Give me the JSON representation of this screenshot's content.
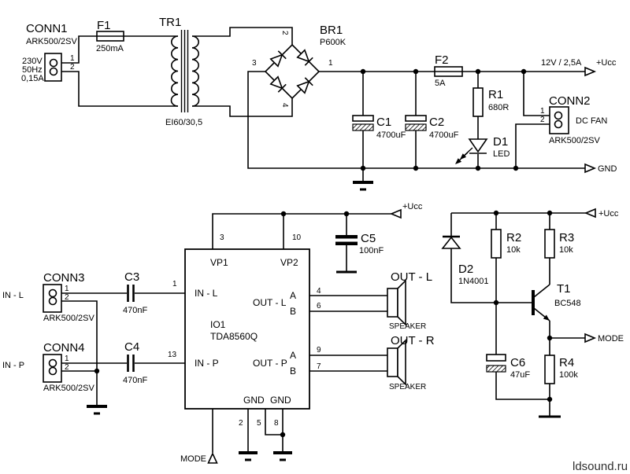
{
  "watermark": "ldsound.ru",
  "colors": {
    "ink": "#000000",
    "background": "#ffffff",
    "watermark": "#2f2f2f"
  },
  "power": {
    "conn1": {
      "ref": "CONN1",
      "type": "ARK500/2SV",
      "spec1": "230V",
      "spec2": "50Hz",
      "spec3": "0,15A",
      "pin1": "1",
      "pin2": "2"
    },
    "f1": {
      "ref": "F1",
      "value": "250mA"
    },
    "tr1": {
      "ref": "TR1",
      "value": "EI60/30,5"
    },
    "br1": {
      "ref": "BR1",
      "value": "P600K",
      "pin1": "1",
      "pin2": "2",
      "pin3": "3",
      "pin4": "4"
    },
    "c1": {
      "ref": "C1",
      "value": "4700uF"
    },
    "c2": {
      "ref": "C2",
      "value": "4700uF"
    },
    "f2": {
      "ref": "F2",
      "value": "5A"
    },
    "r1": {
      "ref": "R1",
      "value": "680R"
    },
    "d1": {
      "ref": "D1",
      "value": "LED"
    },
    "conn2": {
      "ref": "CONN2",
      "type": "ARK500/2SV",
      "note": "DC FAN",
      "pin1": "1",
      "pin2": "2"
    },
    "out_spec": "12V / 2,5A",
    "ucc": "+Ucc",
    "gnd": "GND"
  },
  "amp": {
    "conn3": {
      "ref": "CONN3",
      "type": "ARK500/2SV",
      "signal": "IN - L",
      "pin1": "1",
      "pin2": "2"
    },
    "conn4": {
      "ref": "CONN4",
      "type": "ARK500/2SV",
      "signal": "IN - P",
      "pin1": "1",
      "pin2": "2"
    },
    "c3": {
      "ref": "C3",
      "value": "470nF"
    },
    "c4": {
      "ref": "C4",
      "value": "470nF"
    },
    "c5": {
      "ref": "C5",
      "value": "100nF"
    },
    "ic": {
      "ref": "IO1",
      "part": "TDA8560Q",
      "vp1": "VP1",
      "vp2": "VP2",
      "in_l": "IN - L",
      "in_p": "IN - P",
      "out_l": "OUT - L",
      "out_p": "OUT - P",
      "a": "A",
      "b": "B",
      "gnd": "GND",
      "pin1": "1",
      "pin2": "2",
      "pin3": "3",
      "pin4": "4",
      "pin5": "5",
      "pin6": "6",
      "pin7": "7",
      "pin8": "8",
      "pin9": "9",
      "pin10": "10",
      "pin13": "13"
    },
    "speaker_l": {
      "title": "OUT - L",
      "label": "SPEAKER"
    },
    "speaker_r": {
      "title": "OUT - R",
      "label": "SPEAKER"
    },
    "ucc": "+Ucc",
    "mode": "MODE"
  },
  "mute": {
    "d2": {
      "ref": "D2",
      "value": "1N4001"
    },
    "r2": {
      "ref": "R2",
      "value": "10k"
    },
    "r3": {
      "ref": "R3",
      "value": "10k"
    },
    "r4": {
      "ref": "R4",
      "value": "100k"
    },
    "c6": {
      "ref": "C6",
      "value": "47uF"
    },
    "t1": {
      "ref": "T1",
      "value": "BC548"
    },
    "ucc": "+Ucc",
    "mode": "MODE"
  }
}
